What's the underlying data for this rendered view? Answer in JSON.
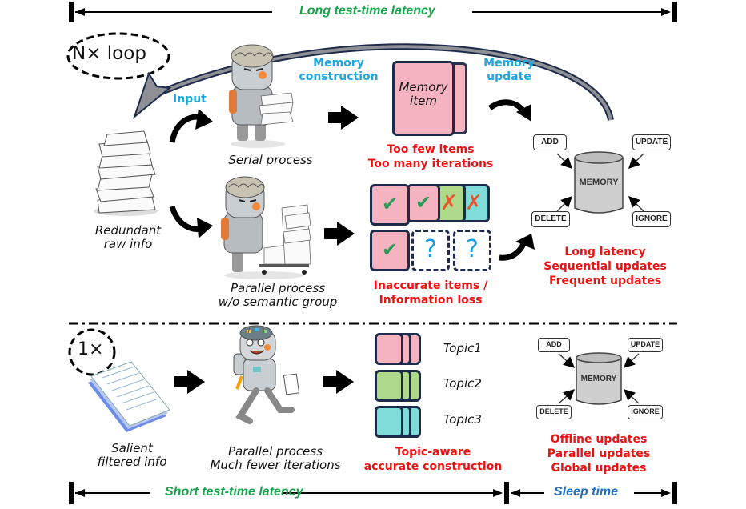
{
  "top_bar": {
    "label": "Long test-time latency",
    "color": "#16a34a"
  },
  "loop_badge": "N× loop",
  "once_badge": "1×",
  "top_section": {
    "input_label": "Input",
    "raw_info_label": [
      "Redundant",
      "raw info"
    ],
    "serial_label": "Serial process",
    "parallel_label": [
      "Parallel process",
      "w/o semantic group"
    ],
    "memory_construction_label": [
      "Memory",
      "construction"
    ],
    "memory_item_label": [
      "Memory",
      "item"
    ],
    "memory_update_label": [
      "Memory",
      "update"
    ],
    "serial_issues": [
      "Too few items",
      "Too many iterations"
    ],
    "parallel_issues": [
      "Inaccurate items /",
      "Information loss"
    ],
    "item_grid": {
      "top_row": [
        {
          "color": "pink",
          "mark": "check"
        },
        {
          "color": "pink",
          "mark": "check"
        },
        {
          "color": "green",
          "mark": "cross"
        },
        {
          "color": "cyan",
          "mark": "cross"
        }
      ],
      "bottom_row": [
        {
          "color": "pink",
          "mark": "check"
        },
        {
          "color": "empty",
          "mark": "?"
        },
        {
          "color": "empty",
          "mark": "?"
        }
      ]
    },
    "memory_diagram": {
      "center": "MEMORY",
      "ops": [
        "ADD",
        "UPDATE",
        "DELETE",
        "IGNORE"
      ]
    },
    "update_issues": [
      "Long latency",
      "Sequential updates",
      "Frequent updates"
    ]
  },
  "bottom_section": {
    "salient_label": [
      "Salient",
      "filtered info"
    ],
    "parallel_label": [
      "Parallel process",
      "Much fewer iterations"
    ],
    "topics": [
      "Topic1",
      "Topic2",
      "Topic3"
    ],
    "topic_caption": [
      "Topic-aware",
      "accurate construction"
    ],
    "memory_diagram": {
      "center": "MEMORY",
      "ops": [
        "ADD",
        "UPDATE",
        "DELETE",
        "IGNORE"
      ]
    },
    "update_benefits": [
      "Offline updates",
      "Parallel updates",
      "Global updates"
    ]
  },
  "bottom_bar": {
    "short_label": "Short test-time latency",
    "sleep_label": "Sleep time",
    "short_color": "#16a34a",
    "sleep_color": "#1f6fbf"
  },
  "colors": {
    "pink": "#f4b3be",
    "green": "#aed88a",
    "cyan": "#7fdcd8",
    "card_border": "#1e2a4a",
    "accent_blue": "#1ea7e1",
    "warning_red": "#ee1111"
  }
}
